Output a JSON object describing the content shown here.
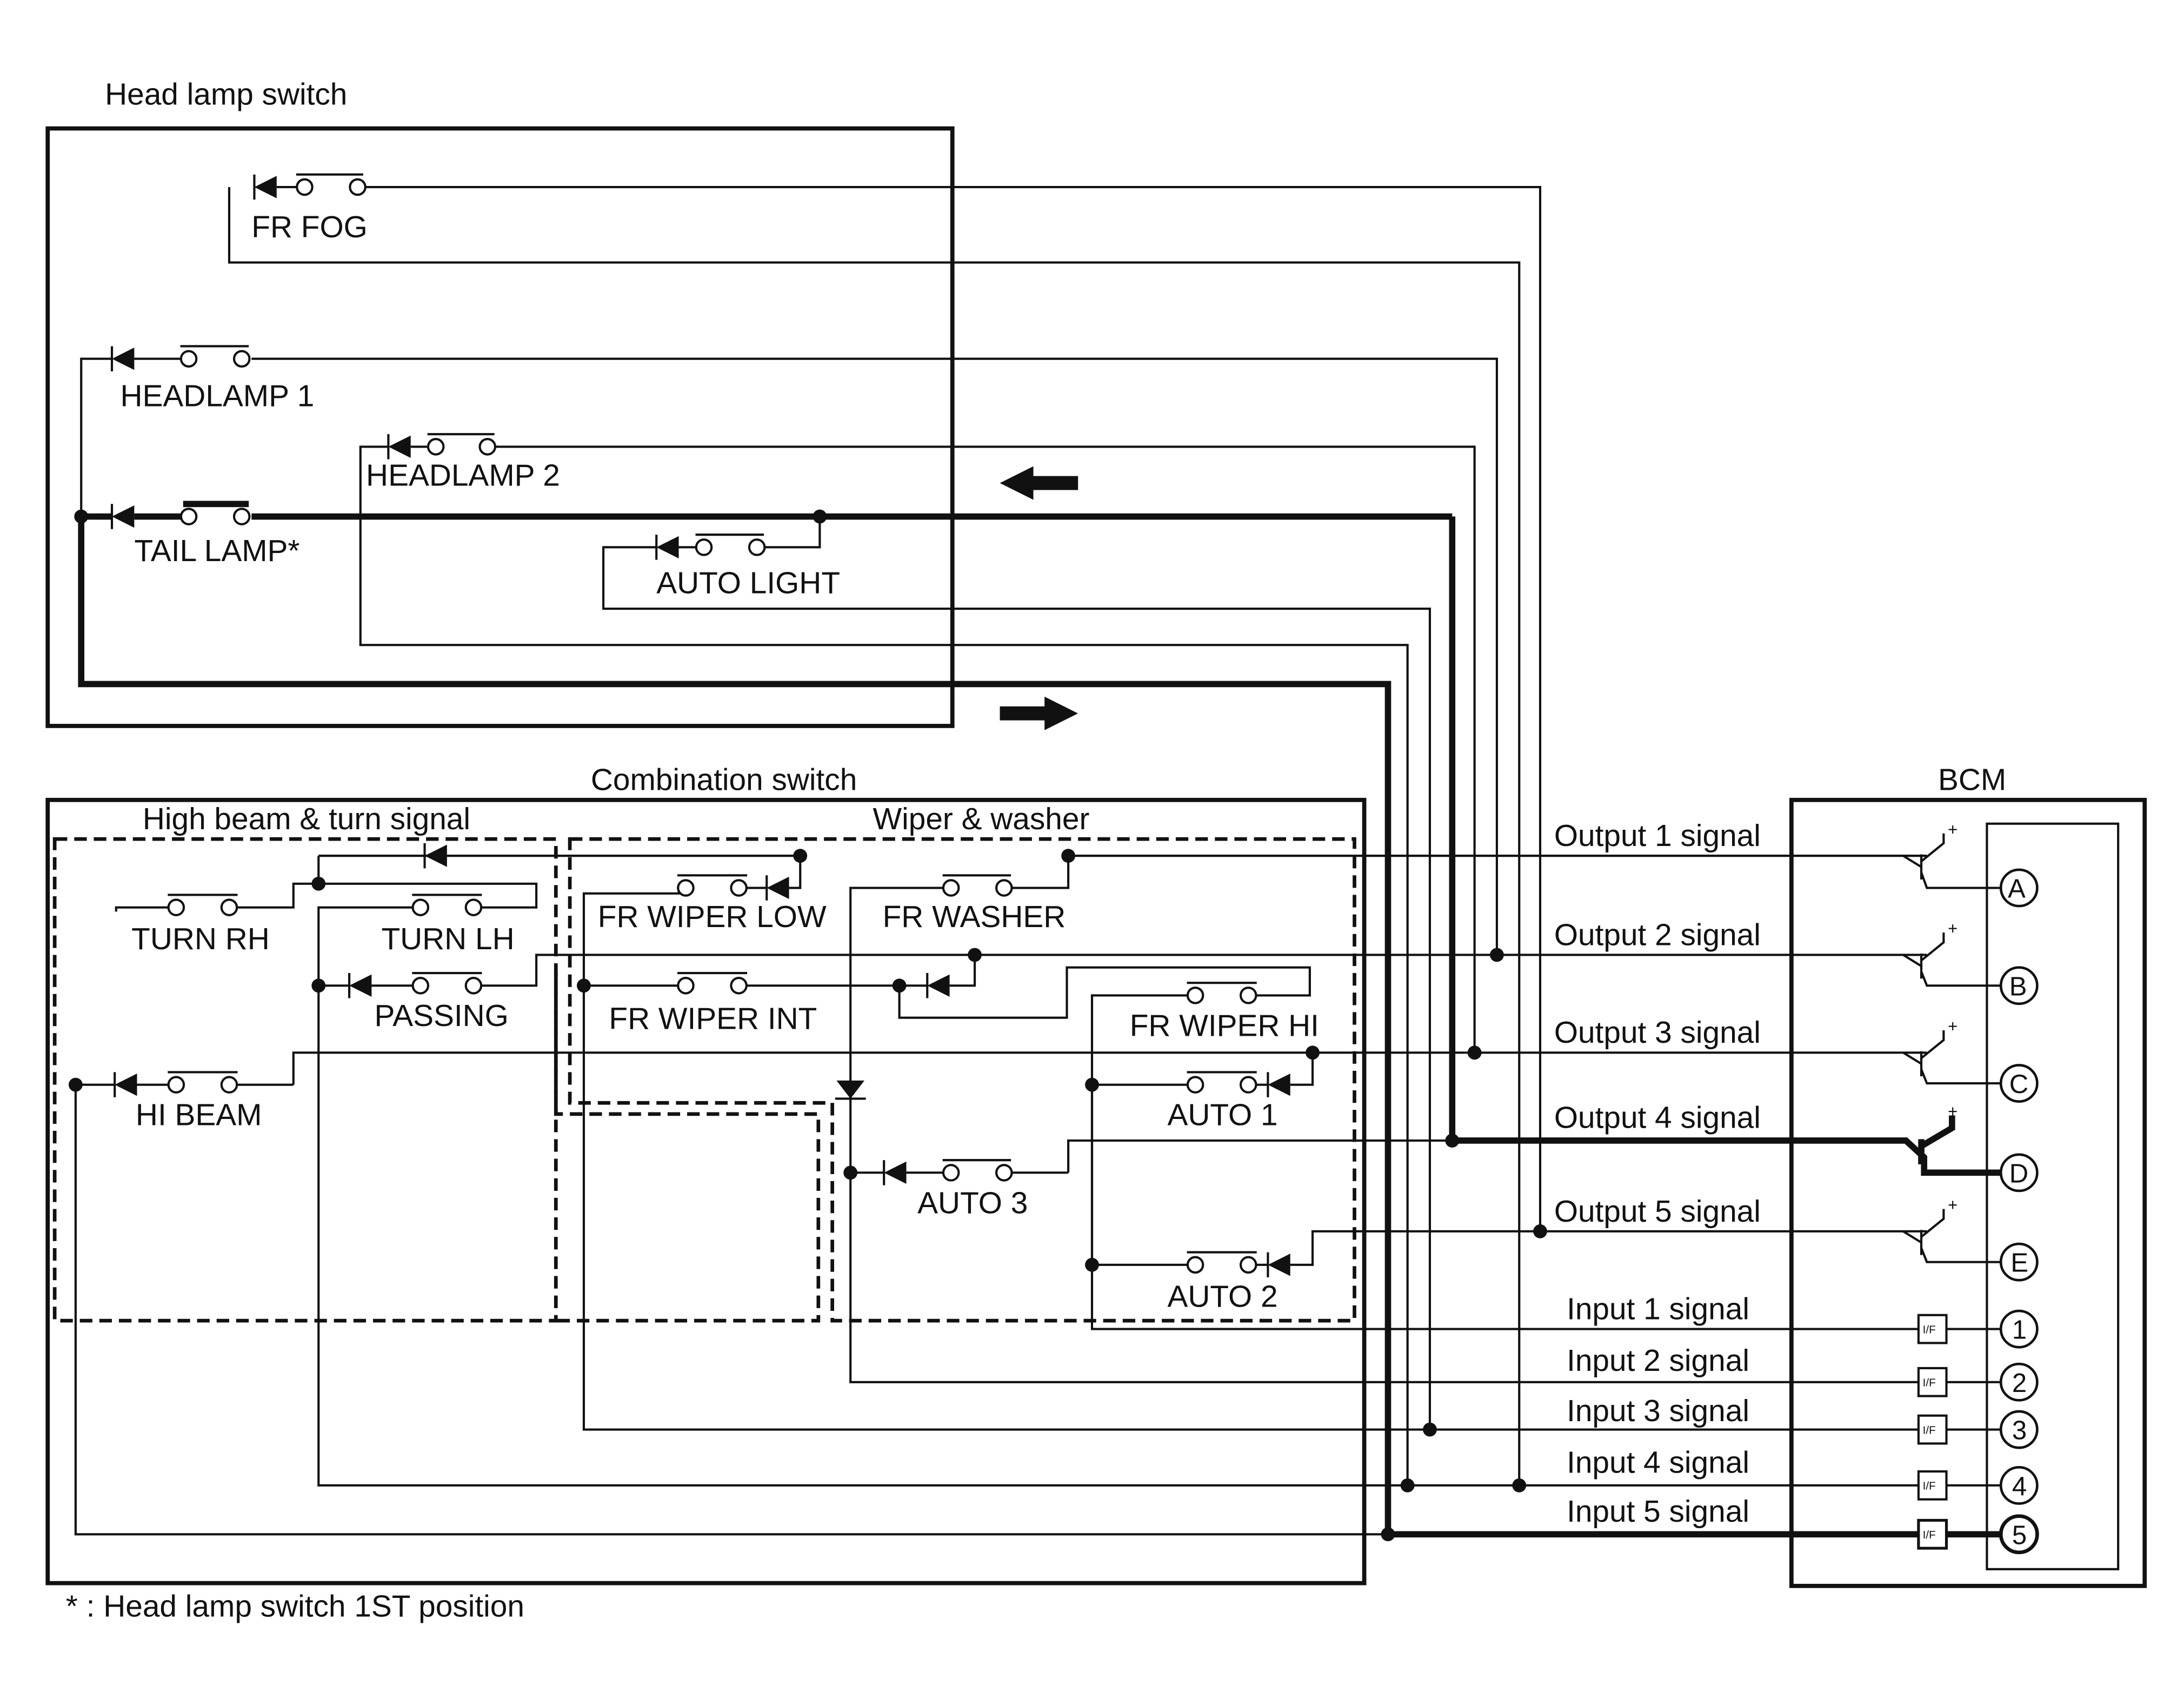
{
  "diagram": {
    "groups": {
      "head_lamp_switch": "Head lamp switch",
      "combination_switch": "Combination switch",
      "high_beam_turn": "High beam & turn signal",
      "wiper_washer": "Wiper & washer",
      "bcm": "BCM"
    },
    "switches": {
      "fr_fog": "FR FOG",
      "headlamp1": "HEADLAMP 1",
      "headlamp2": "HEADLAMP 2",
      "tail_lamp": "TAIL LAMP*",
      "auto_light": "AUTO LIGHT",
      "turn_rh": "TURN RH",
      "turn_lh": "TURN LH",
      "passing": "PASSING",
      "hi_beam": "HI BEAM",
      "fr_wiper_low": "FR WIPER LOW",
      "fr_washer": "FR WASHER",
      "fr_wiper_int": "FR WIPER INT",
      "fr_wiper_hi": "FR WIPER HI",
      "auto1": "AUTO 1",
      "auto2": "AUTO 2",
      "auto3": "AUTO 3"
    },
    "signals": {
      "outputs": [
        "Output 1 signal",
        "Output 2 signal",
        "Output 3 signal",
        "Output 4 signal",
        "Output 5 signal"
      ],
      "inputs": [
        "Input 1 signal",
        "Input 2 signal",
        "Input 3 signal",
        "Input 4 signal",
        "Input 5 signal"
      ]
    },
    "bcm_terminals": {
      "outputs": [
        "A",
        "B",
        "C",
        "D",
        "E"
      ],
      "inputs": [
        "1",
        "2",
        "3",
        "4",
        "5"
      ]
    },
    "interface_label": "I/F",
    "transistor_plus": "+",
    "footnote": "* : Head lamp switch 1ST position"
  }
}
